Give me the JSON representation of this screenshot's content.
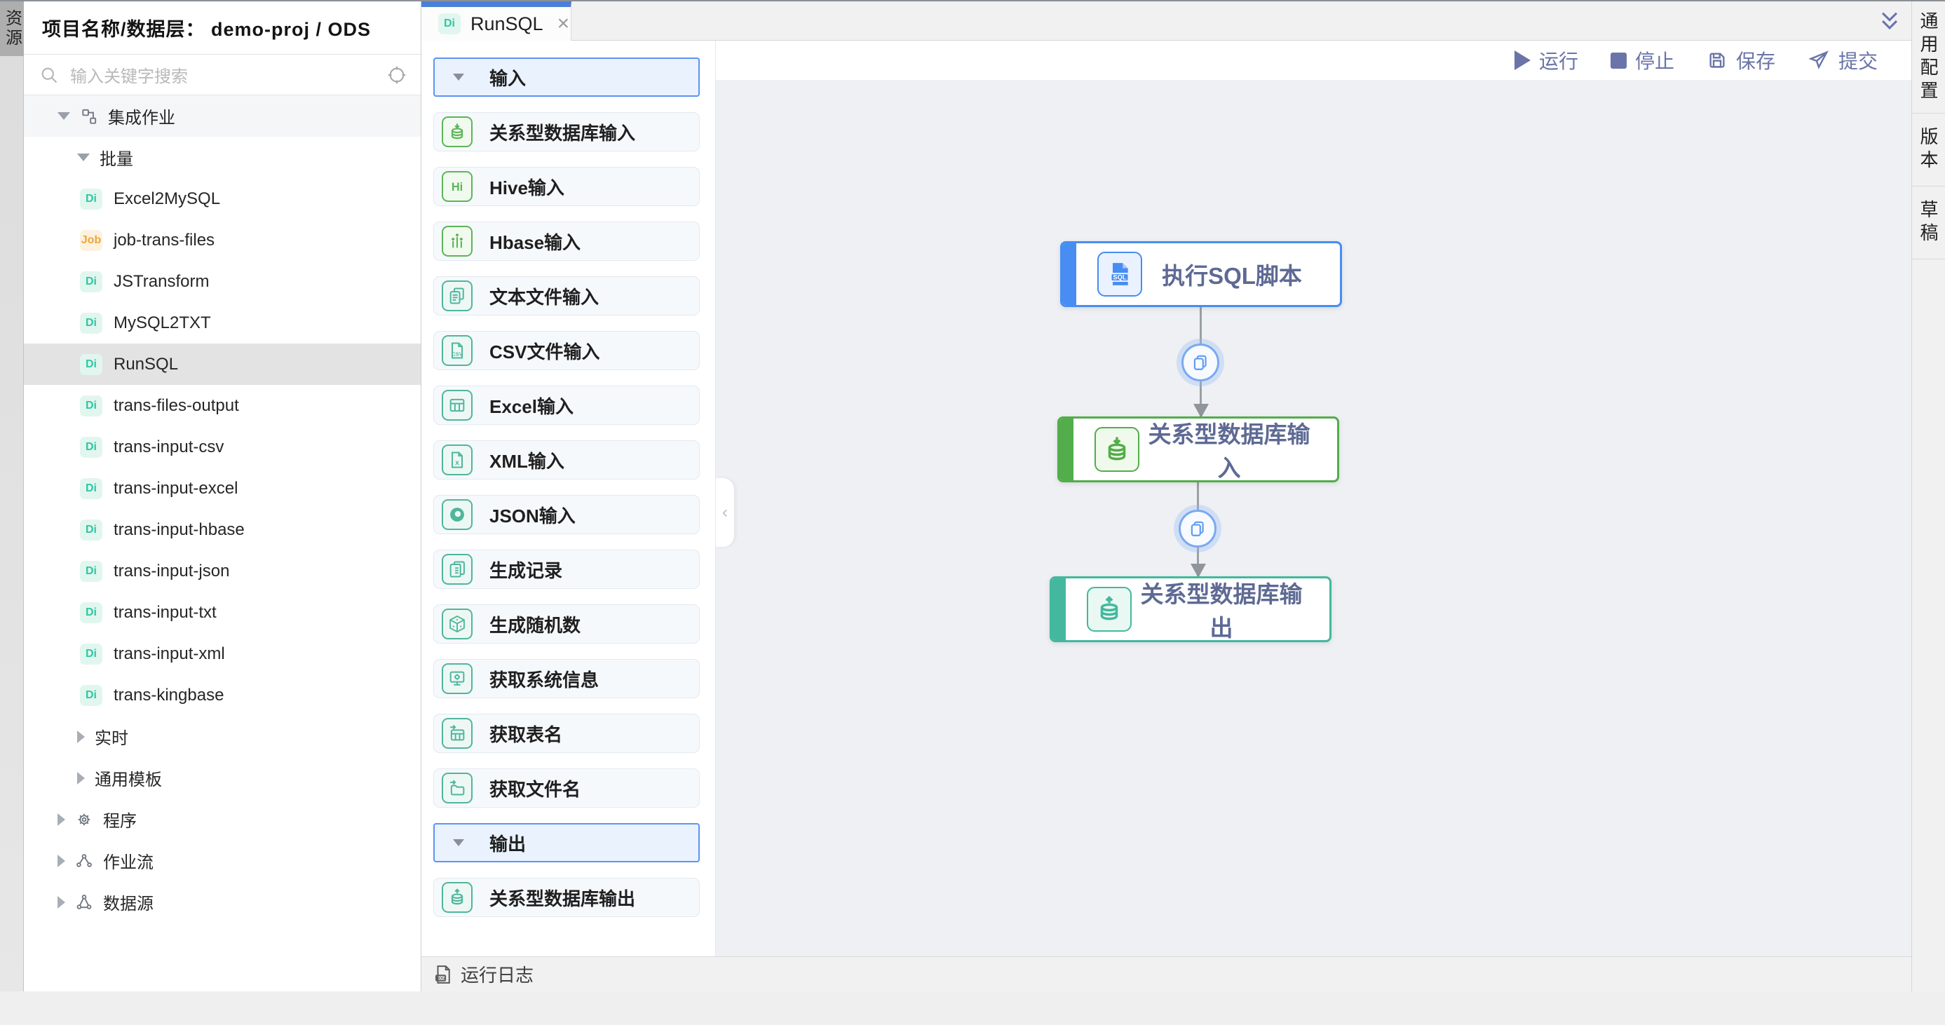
{
  "left_rail": {
    "tab": "资源"
  },
  "sidebar": {
    "title": "项目名称/数据层：  demo-proj / ODS",
    "search_placeholder": "输入关键字搜索",
    "tree": [
      {
        "label": "集成作业",
        "level": 1,
        "icon": "integration",
        "state": "expanded"
      },
      {
        "label": "批量",
        "level": 2,
        "state": "expanded"
      },
      {
        "label": "Excel2MySQL",
        "level": 3,
        "badge": "Di"
      },
      {
        "label": "job-trans-files",
        "level": 3,
        "badge": "Job"
      },
      {
        "label": "JSTransform",
        "level": 3,
        "badge": "Di"
      },
      {
        "label": "MySQL2TXT",
        "level": 3,
        "badge": "Di"
      },
      {
        "label": "RunSQL",
        "level": 3,
        "badge": "Di",
        "selected": true
      },
      {
        "label": "trans-files-output",
        "level": 3,
        "badge": "Di"
      },
      {
        "label": "trans-input-csv",
        "level": 3,
        "badge": "Di"
      },
      {
        "label": "trans-input-excel",
        "level": 3,
        "badge": "Di"
      },
      {
        "label": "trans-input-hbase",
        "level": 3,
        "badge": "Di"
      },
      {
        "label": "trans-input-json",
        "level": 3,
        "badge": "Di"
      },
      {
        "label": "trans-input-txt",
        "level": 3,
        "badge": "Di"
      },
      {
        "label": "trans-input-xml",
        "level": 3,
        "badge": "Di"
      },
      {
        "label": "trans-kingbase",
        "level": 3,
        "badge": "Di"
      },
      {
        "label": "实时",
        "level": 2,
        "state": "collapsed"
      },
      {
        "label": "通用模板",
        "level": 2,
        "state": "collapsed"
      },
      {
        "label": "程序",
        "level": 1,
        "icon": "gear",
        "state": "collapsed"
      },
      {
        "label": "作业流",
        "level": 1,
        "icon": "workflow",
        "state": "collapsed"
      },
      {
        "label": "数据源",
        "level": 1,
        "icon": "datasource",
        "state": "collapsed"
      }
    ]
  },
  "tabs": {
    "active": {
      "badge": "Di",
      "label": "RunSQL",
      "close": "×"
    }
  },
  "toolbar": {
    "run": "运行",
    "stop": "停止",
    "save": "保存",
    "submit": "提交"
  },
  "right_rail": {
    "tabs": [
      "通用配置",
      "版本",
      "草稿"
    ]
  },
  "palette": {
    "sections": [
      {
        "header": "输入",
        "items": [
          {
            "label": "关系型数据库输入",
            "icon": "db-input"
          },
          {
            "label": "Hive输入",
            "icon": "hive"
          },
          {
            "label": "Hbase输入",
            "icon": "hbase"
          },
          {
            "label": "文本文件输入",
            "icon": "text-file"
          },
          {
            "label": "CSV文件输入",
            "icon": "csv-file"
          },
          {
            "label": "Excel输入",
            "icon": "excel-table"
          },
          {
            "label": "XML输入",
            "icon": "xml-file"
          },
          {
            "label": "JSON输入",
            "icon": "json-circle"
          },
          {
            "label": "生成记录",
            "icon": "gen-records"
          },
          {
            "label": "生成随机数",
            "icon": "dice"
          },
          {
            "label": "获取系统信息",
            "icon": "system-info"
          },
          {
            "label": "获取表名",
            "icon": "table-name"
          },
          {
            "label": "获取文件名",
            "icon": "file-name"
          }
        ]
      },
      {
        "header": "输出",
        "items": [
          {
            "label": "关系型数据库输出",
            "icon": "db-output"
          }
        ]
      }
    ]
  },
  "canvas": {
    "nodes": [
      {
        "label": "执行SQL脚本",
        "icon": "sql-file",
        "color": "blue"
      },
      {
        "label": "关系型数据库输入",
        "icon": "db-input",
        "color": "green"
      },
      {
        "label": "关系型数据库输出",
        "icon": "db-output",
        "color": "teal"
      }
    ],
    "edges": [
      {
        "from": 0,
        "to": 1,
        "marker": "copy-link"
      },
      {
        "from": 1,
        "to": 2,
        "marker": "copy-link"
      }
    ]
  },
  "log_bar": {
    "label": "运行日志"
  },
  "colors": {
    "accent_blue": "#478df2",
    "node_green": "#52ad4a",
    "node_teal": "#43b89e",
    "di_badge": "#2ec7a0",
    "job_badge": "#f0a43c"
  }
}
